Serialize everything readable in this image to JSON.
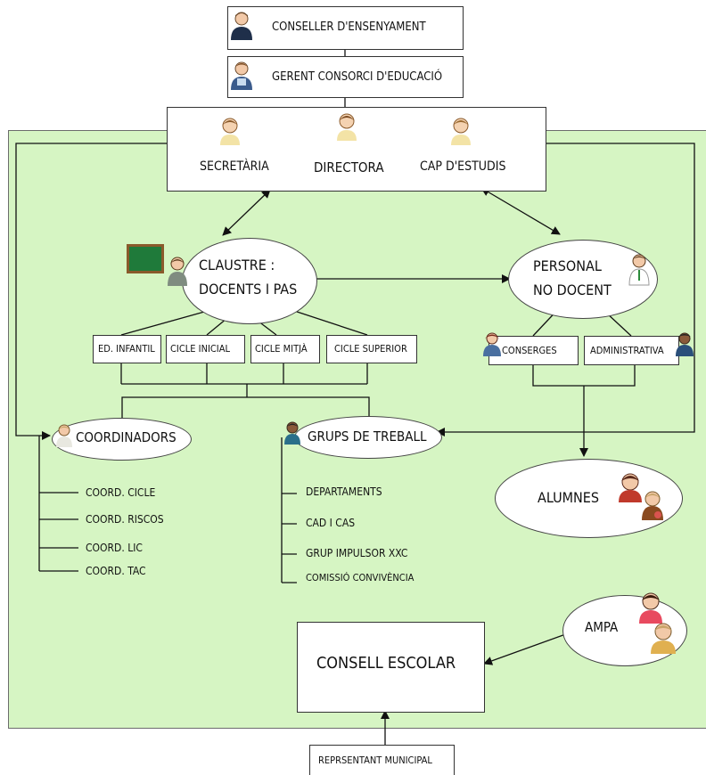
{
  "top": {
    "conseller": "CONSELLER D'ENSENYAMENT",
    "gerent": "GERENT CONSORCI D'EDUCACIÓ"
  },
  "direction": {
    "secretaria": "SECRETÀRIA",
    "directora": "DIRECTORA",
    "cap_estudis": "CAP D'ESTUDIS"
  },
  "claustre": {
    "line1": "CLAUSTRE :",
    "line2": "DOCENTS I PAS"
  },
  "personal": {
    "line1": "PERSONAL",
    "line2": "NO DOCENT"
  },
  "cycles": [
    "ED. INFANTIL",
    "CICLE INICIAL",
    "CICLE MITJÀ",
    "CICLE SUPERIOR"
  ],
  "staff": {
    "conserges": "CONSERGES",
    "administrativa": "ADMINISTRATIVA"
  },
  "coordinadors": {
    "title": "COORDINADORS",
    "items": [
      "COORD. CICLE",
      "COORD. RISCOS",
      "COORD. LIC",
      "COORD. TAC"
    ]
  },
  "grups": {
    "title": "GRUPS DE TREBALL",
    "items": [
      "DEPARTAMENTS",
      "CAD I CAS",
      "GRUP IMPULSOR XXC",
      "COMISSIÓ CONVIVÈNCIA"
    ]
  },
  "alumnes": "ALUMNES",
  "ampa": "AMPA",
  "consell": "CONSELL ESCOLAR",
  "representant": "REPRSENTANT MUNICIPAL",
  "icons": [
    "person-icon",
    "blackboard-icon",
    "children-icon",
    "family-icon"
  ]
}
